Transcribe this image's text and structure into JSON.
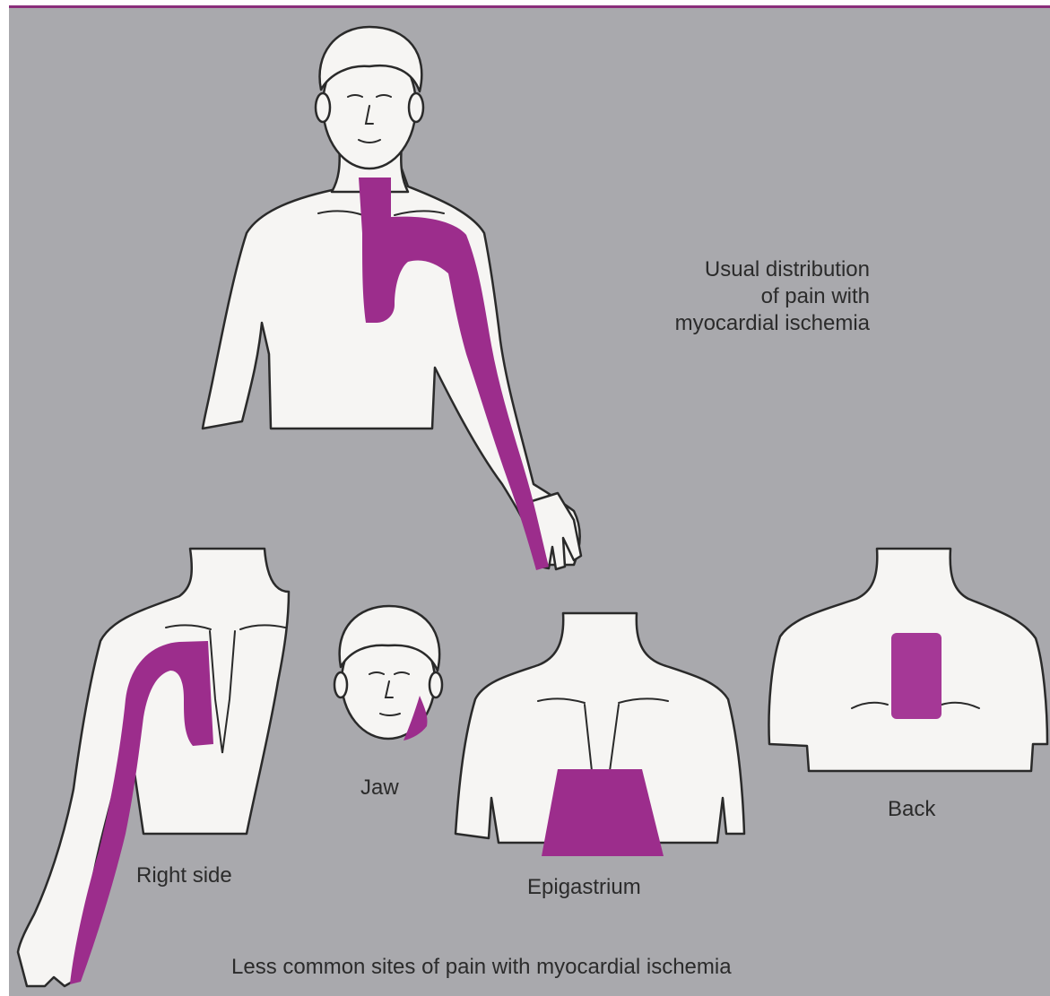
{
  "main_caption": {
    "line1": "Usual distribution",
    "line2": "of pain with",
    "line3": "myocardial ischemia"
  },
  "labels": {
    "right_side": "Right side",
    "jaw": "Jaw",
    "epigastrium": "Epigastrium",
    "back": "Back"
  },
  "bottom_caption": "Less common sites of pain with  myocardial ischemia",
  "colors": {
    "background": "#a9a9ad",
    "skin": "#f6f5f3",
    "pain": "#9c2d8c",
    "outline": "#2a2a2a",
    "top_rule": "#8a2e7a"
  }
}
